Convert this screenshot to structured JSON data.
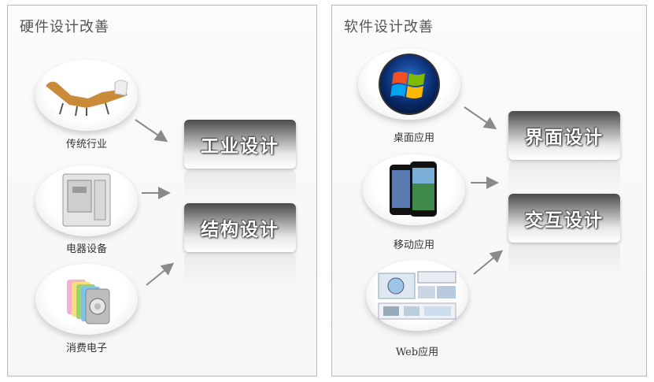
{
  "hardware": {
    "title": "硬件设计改善",
    "items": [
      {
        "label": "传统行业",
        "icon": "lounge-chair-icon"
      },
      {
        "label": "电器设备",
        "icon": "appliance-cabinet-icon"
      },
      {
        "label": "消费电子",
        "icon": "music-player-icon"
      }
    ],
    "targets": [
      "工业设计",
      "结构设计"
    ]
  },
  "software": {
    "title": "软件设计改善",
    "items": [
      {
        "label": "桌面应用",
        "icon": "windows-logo-icon"
      },
      {
        "label": "移动应用",
        "icon": "smartphone-icon"
      },
      {
        "label": "Web应用",
        "icon": "web-pages-icon"
      }
    ],
    "targets": [
      "界面设计",
      "交互设计"
    ]
  },
  "colors": {
    "arrow": "#888888",
    "panel_border": "#b9b9b9"
  }
}
